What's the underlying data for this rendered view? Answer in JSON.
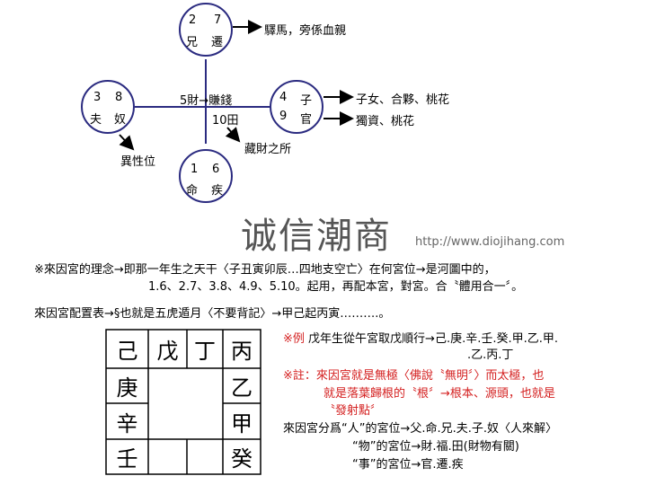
{
  "diagram": {
    "line_color": "#2b2b80",
    "nodes": [
      {
        "id": "top",
        "nums": [
          "2",
          "7"
        ],
        "palaces": [
          "兄",
          "遷"
        ]
      },
      {
        "id": "left",
        "nums": [
          "3",
          "8"
        ],
        "palaces": [
          "夫",
          "奴"
        ]
      },
      {
        "id": "right",
        "nums": [
          "4",
          "9"
        ],
        "palaces": [
          "子",
          "官"
        ]
      },
      {
        "id": "bottom",
        "nums": [
          "1",
          "6"
        ],
        "palaces": [
          "命",
          "疾"
        ]
      }
    ],
    "center_label_1": "5財→賺錢",
    "center_label_2": "10田",
    "notes": {
      "top": "驛馬，旁係血親",
      "right_1": "子女、合夥、桃花",
      "right_2": "獨資、桃花",
      "left": "異性位",
      "center": "藏財之所"
    }
  },
  "watermark": {
    "logo": "诚信潮商",
    "url": "http://www.diojihang.com"
  },
  "text": {
    "line1": "※來因宮的理念→即那一年生之天干〈子丑寅卯辰…四地支空亡〉在何宮位→是河圖中的，",
    "line2": "1.6、2.7、3.8、4.9、5.10。起用，再配本宮，對宮。合〝體用合一〞。",
    "line3": "來因宮配置表→§也就是五虎遁月〈不要背記〉→甲己起丙寅……….。"
  },
  "table": {
    "top": [
      "己",
      "戊",
      "丁",
      "丙"
    ],
    "left": [
      "庚",
      "辛",
      "壬"
    ],
    "right": [
      "乙",
      "甲",
      "癸"
    ]
  },
  "notes": {
    "example_label": "※例",
    "example_1": "戊年生從午宮取戊順行→己.庚.辛.壬.癸.甲.乙.甲.",
    "example_2": ".乙.丙.丁",
    "comment_1": "※註：來因宮就是無極〈佛說〝無明〞〉而太極，也",
    "comment_2": "就是落葉歸根的〝根〞→根本、源頭，也就是",
    "comment_3": "〝發射點〞",
    "class_1": "來因宮分爲“人”的宮位→父.命.兄.夫.子.奴〈人來解〉",
    "class_2": "“物”的宮位→財.福.田(財物有關)",
    "class_3": "“事”的宮位→官.遷.疾"
  }
}
